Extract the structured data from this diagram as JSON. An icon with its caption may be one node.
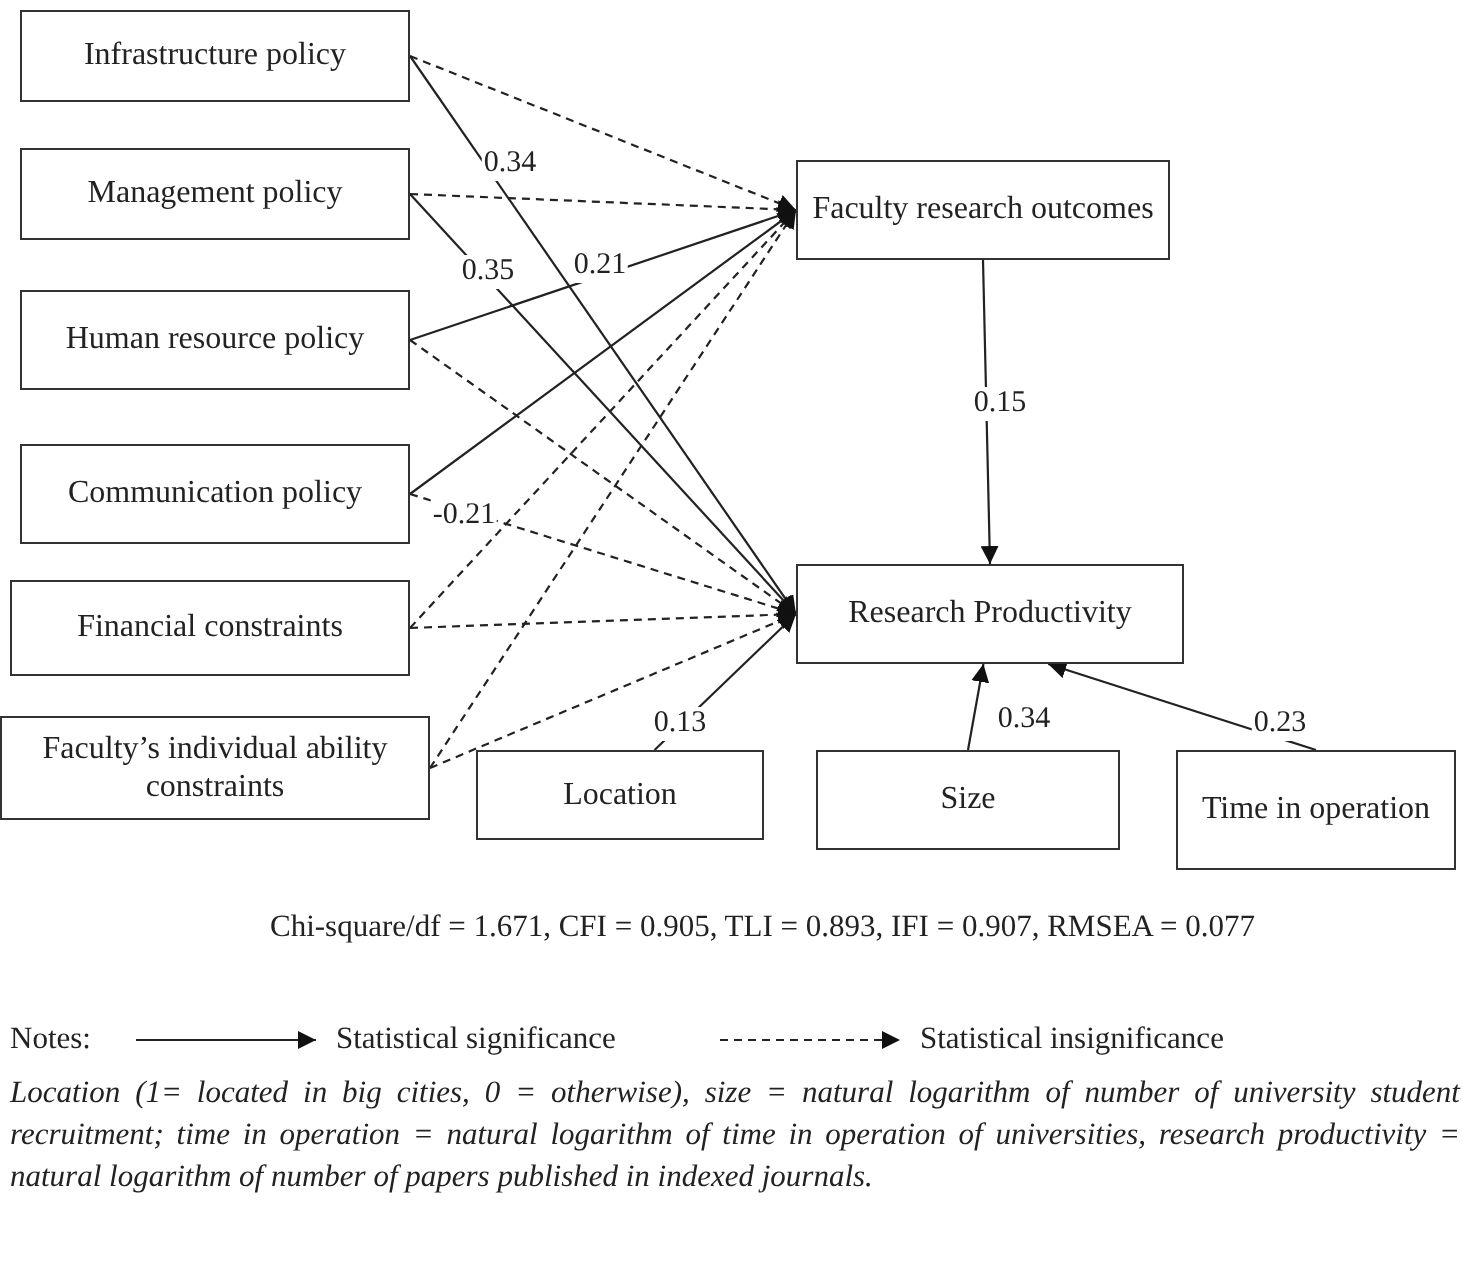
{
  "diagram": {
    "nodes": [
      {
        "text": [
          "Infrastructure policy"
        ]
      },
      {
        "text": [
          "Management policy"
        ]
      },
      {
        "text": [
          "Human resource policy"
        ]
      },
      {
        "text": [
          "Communication policy"
        ]
      },
      {
        "text": [
          "Financial constraints"
        ]
      },
      {
        "text": [
          "Faculty’s individual ability constraints"
        ]
      },
      {
        "text": [
          "Faculty research outcomes"
        ]
      },
      {
        "text": [
          "Research Productivity"
        ]
      },
      {
        "text": [
          "Location"
        ]
      },
      {
        "text": [
          "Size"
        ]
      },
      {
        "text": [
          "Time in operation"
        ]
      }
    ],
    "edges": [
      {
        "from": 0,
        "to": 6,
        "arrow": "to",
        "style": "dashed"
      },
      {
        "from": 0,
        "to": 7,
        "arrow": "to",
        "label": "0.34"
      },
      {
        "from": 1,
        "to": 6,
        "arrow": "to",
        "style": "dashed"
      },
      {
        "from": 1,
        "to": 7,
        "arrow": "to",
        "label": "0.35"
      },
      {
        "from": 2,
        "to": 6,
        "arrow": "to",
        "label": "0.21"
      },
      {
        "from": 2,
        "to": 7,
        "arrow": "to",
        "style": "dashed"
      },
      {
        "from": 3,
        "to": 6,
        "arrow": "to",
        "label": "-0.21"
      },
      {
        "from": 3,
        "to": 7,
        "arrow": "to",
        "style": "dashed"
      },
      {
        "from": 4,
        "to": 6,
        "arrow": "to",
        "style": "dashed"
      },
      {
        "from": 4,
        "to": 7,
        "arrow": "to",
        "style": "dashed"
      },
      {
        "from": 5,
        "to": 6,
        "arrow": "to",
        "style": "dashed"
      },
      {
        "from": 5,
        "to": 7,
        "arrow": "to",
        "style": "dashed"
      },
      {
        "from": 6,
        "to": 7,
        "arrow": "to",
        "label": "0.15"
      },
      {
        "from": 8,
        "to": 7,
        "arrow": "to",
        "label": "0.13"
      },
      {
        "from": 9,
        "to": 7,
        "arrow": "to",
        "label": "0.34"
      },
      {
        "from": 10,
        "to": 7,
        "arrow": "to",
        "label": "0.23"
      }
    ],
    "labels": [
      "Chi-square/df = 1.671, CFI = 0.905, TLI = 0.893, IFI = 0.907, RMSEA = 0.077",
      "Notes:",
      "Location (1= located in big cities, 0 = otherwise), size = natural logarithm of number of university student recruitment; time in operation = natural logarithm of time in operation of universities, research productivity = natural logarithm of number of papers published in indexed journals."
    ],
    "legend": [
      {
        "text": "Statistical significance"
      },
      {
        "text": "Statistical insignificance"
      }
    ]
  }
}
